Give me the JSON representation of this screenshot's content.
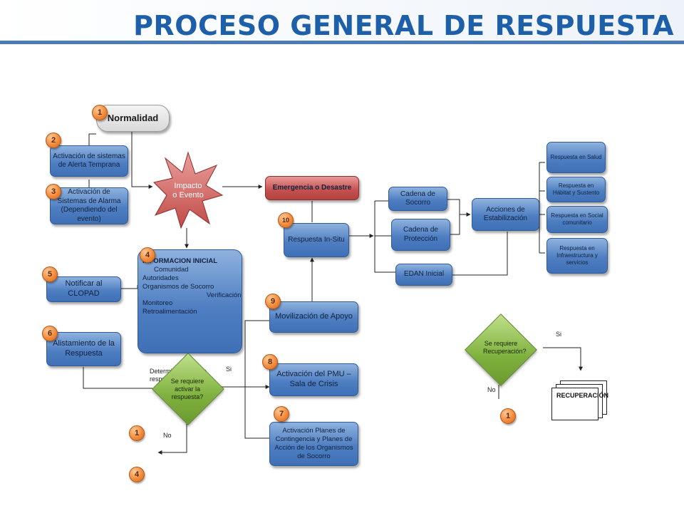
{
  "title": "PROCESO GENERAL DE RESPUESTA",
  "nodes": {
    "normalidad": "Normalidad",
    "alerta_temprana": "Activación de sistemas de Alerta Temprana",
    "sistemas_alarma": "Activación de Sistemas de Alarma (Dependiendo del evento)",
    "impacto": "Impacto o Evento",
    "emergencia": "Emergencia o Desastre",
    "respuesta_in_situ": "Respuesta In-Situ",
    "cadena_socorro": "Cadena de Socorro",
    "cadena_proteccion": "Cadena de Protección",
    "edan": "EDAN Inicial",
    "acciones_estabilizacion": "Acciones de Estabilización",
    "resp_salud": "Respuesta en Salud",
    "resp_habitat": "Respuesta en Hábitat y Sustento",
    "resp_social": "Respuesta en Social comunitario",
    "resp_infra": "Respuesta en Infraestructura y servicios",
    "notificar": "Notificar al CLOPAD",
    "alistamiento": "Alistamiento de la Respuesta",
    "movilizacion": "Movilización de Apoyo",
    "pmu": "Activación del PMU – Sala de Crisis",
    "planes": "Activación Planes de Contingencia y Planes de Acción de los Organismos de Socorro",
    "recuperacion": "RECUPERACIÓN"
  },
  "info_inicial": {
    "title": "INFORMACION INICIAL",
    "items": [
      "Comunidad",
      "Autoridades",
      "Organismos de Socorro",
      "Verificación",
      "Monitoreo",
      "Retroalimentación",
      "Determinación de la respuesta (inicial)"
    ]
  },
  "decisions": {
    "activar": "Se requiere activar la respuesta?",
    "recuperacion": "Se requiere Recuperación?"
  },
  "labels": {
    "si": "Si",
    "no": "No"
  },
  "badges": {
    "b_normalidad": "1",
    "b_alerta": "2",
    "b_alarma": "3",
    "b_info": "4",
    "b_notificar": "5",
    "b_alistamiento": "6",
    "b_planes": "7",
    "b_pmu": "8",
    "b_movilizacion": "9",
    "b_respuesta": "10",
    "b_no_1": "1",
    "b_no_4": "4",
    "b_rec_1": "1"
  },
  "colors": {
    "title": "#1d5fa8",
    "box_blue": "#4f7fc2",
    "box_red": "#c4504d",
    "badge": "#f28c3c",
    "decision": "#7fb13e"
  }
}
